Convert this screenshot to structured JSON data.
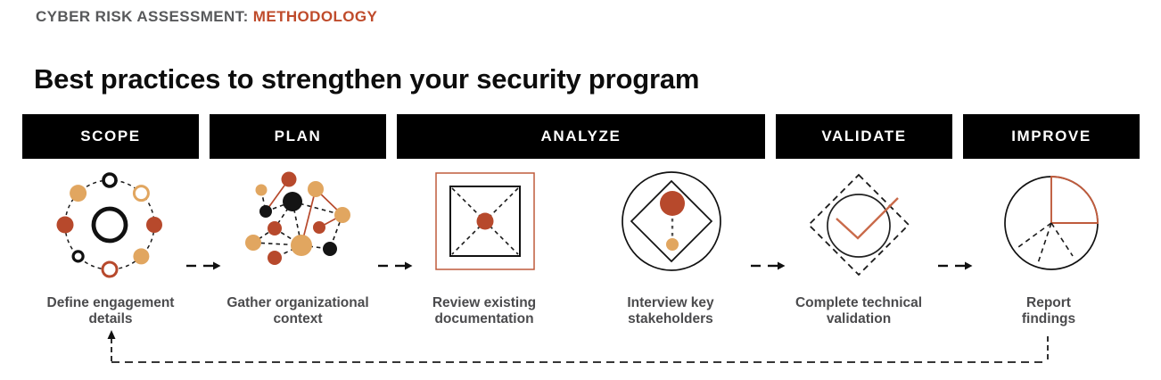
{
  "header": {
    "eyebrow_prefix": "CYBER RISK ASSESSMENT: ",
    "eyebrow_highlight": "METHODOLOGY",
    "title": "Best practices to strengthen your security program"
  },
  "stages": [
    {
      "label": "SCOPE"
    },
    {
      "label": "PLAN"
    },
    {
      "label": "ANALYZE"
    },
    {
      "label": "VALIDATE"
    },
    {
      "label": "IMPROVE"
    }
  ],
  "steps": [
    {
      "caption": "Define engagement\ndetails",
      "icon": "scope-orbit-icon"
    },
    {
      "caption": "Gather organizational\ncontext",
      "icon": "network-graph-icon"
    },
    {
      "caption": "Review existing\ndocumentation",
      "icon": "document-square-icon"
    },
    {
      "caption": "Interview key\nstakeholders",
      "icon": "stakeholder-diamond-icon"
    },
    {
      "caption": "Complete technical\nvalidation",
      "icon": "validation-check-icon"
    },
    {
      "caption": "Report\nfindings",
      "icon": "findings-pie-icon"
    }
  ],
  "flow": {
    "forward_arrow": "dashed-arrow-right-icon",
    "feedback_loop": "dashed-feedback-loop-icon"
  },
  "colors": {
    "accent_rust": "#bf4b2b",
    "tan": "#e1a660",
    "bar_black": "#000000",
    "caption_gray": "#4b4b4d",
    "eyebrow_gray": "#58595b"
  }
}
